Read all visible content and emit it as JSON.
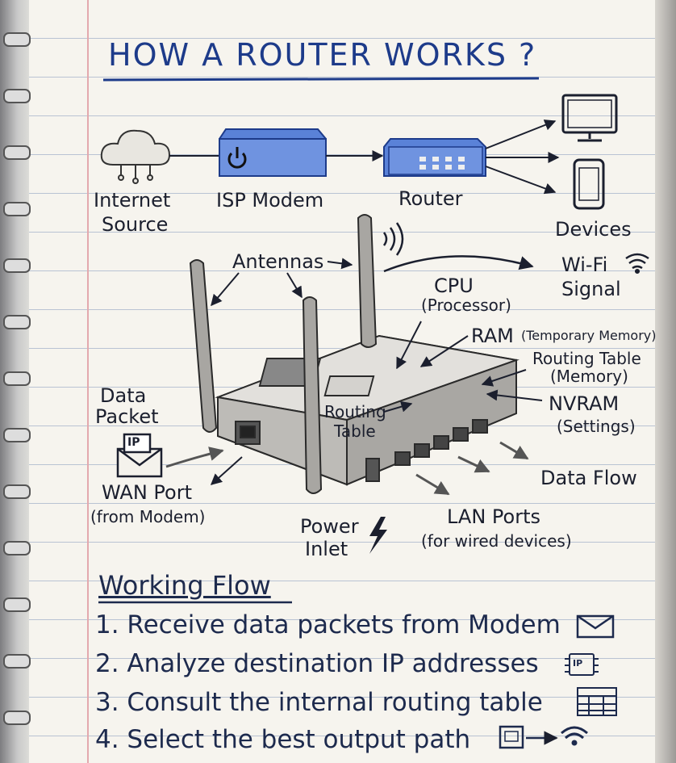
{
  "title": "HOW A ROUTER WORKS ?",
  "top_flow": {
    "internet": "Internet",
    "source": "Source",
    "isp_modem": "ISP Modem",
    "router": "Router",
    "devices": "Devices"
  },
  "labels": {
    "antennas": "Antennas",
    "wifi": "Wi-Fi",
    "signal": "Signal",
    "cpu": "CPU",
    "processor": "(Processor)",
    "ram": "RAM",
    "ram_sub": "(Temporary Memory)",
    "routing_table": "Routing Table",
    "memory": "(Memory)",
    "nvram": "NVRAM",
    "settings": "(Settings)",
    "data": "Data",
    "packet": "Packet",
    "ip_badge": "IP",
    "routing": "Routing",
    "table": "Table",
    "wan_port": "WAN Port",
    "from_modem": "(from Modem)",
    "power": "Power",
    "inlet": "Inlet",
    "lan_ports": "LAN Ports",
    "wired": "(for wired devices)",
    "data_flow": "Data Flow"
  },
  "working_flow": {
    "heading": "Working Flow",
    "steps": [
      "1. Receive data packets from Modem",
      "2. Analyze destination IP addresses",
      "3. Consult the internal routing table",
      "4. Select the best output path"
    ],
    "chip_label": "IP"
  },
  "icons": [
    "cloud-icon",
    "power-icon",
    "monitor-icon",
    "phone-icon",
    "wifi-icon",
    "envelope-icon",
    "chip-icon",
    "table-icon",
    "port-icon",
    "lightning-icon"
  ],
  "colors": {
    "ink_blue": "#1d3b8a",
    "device_blue": "#5a82d8",
    "pencil": "#3c3c3c"
  }
}
